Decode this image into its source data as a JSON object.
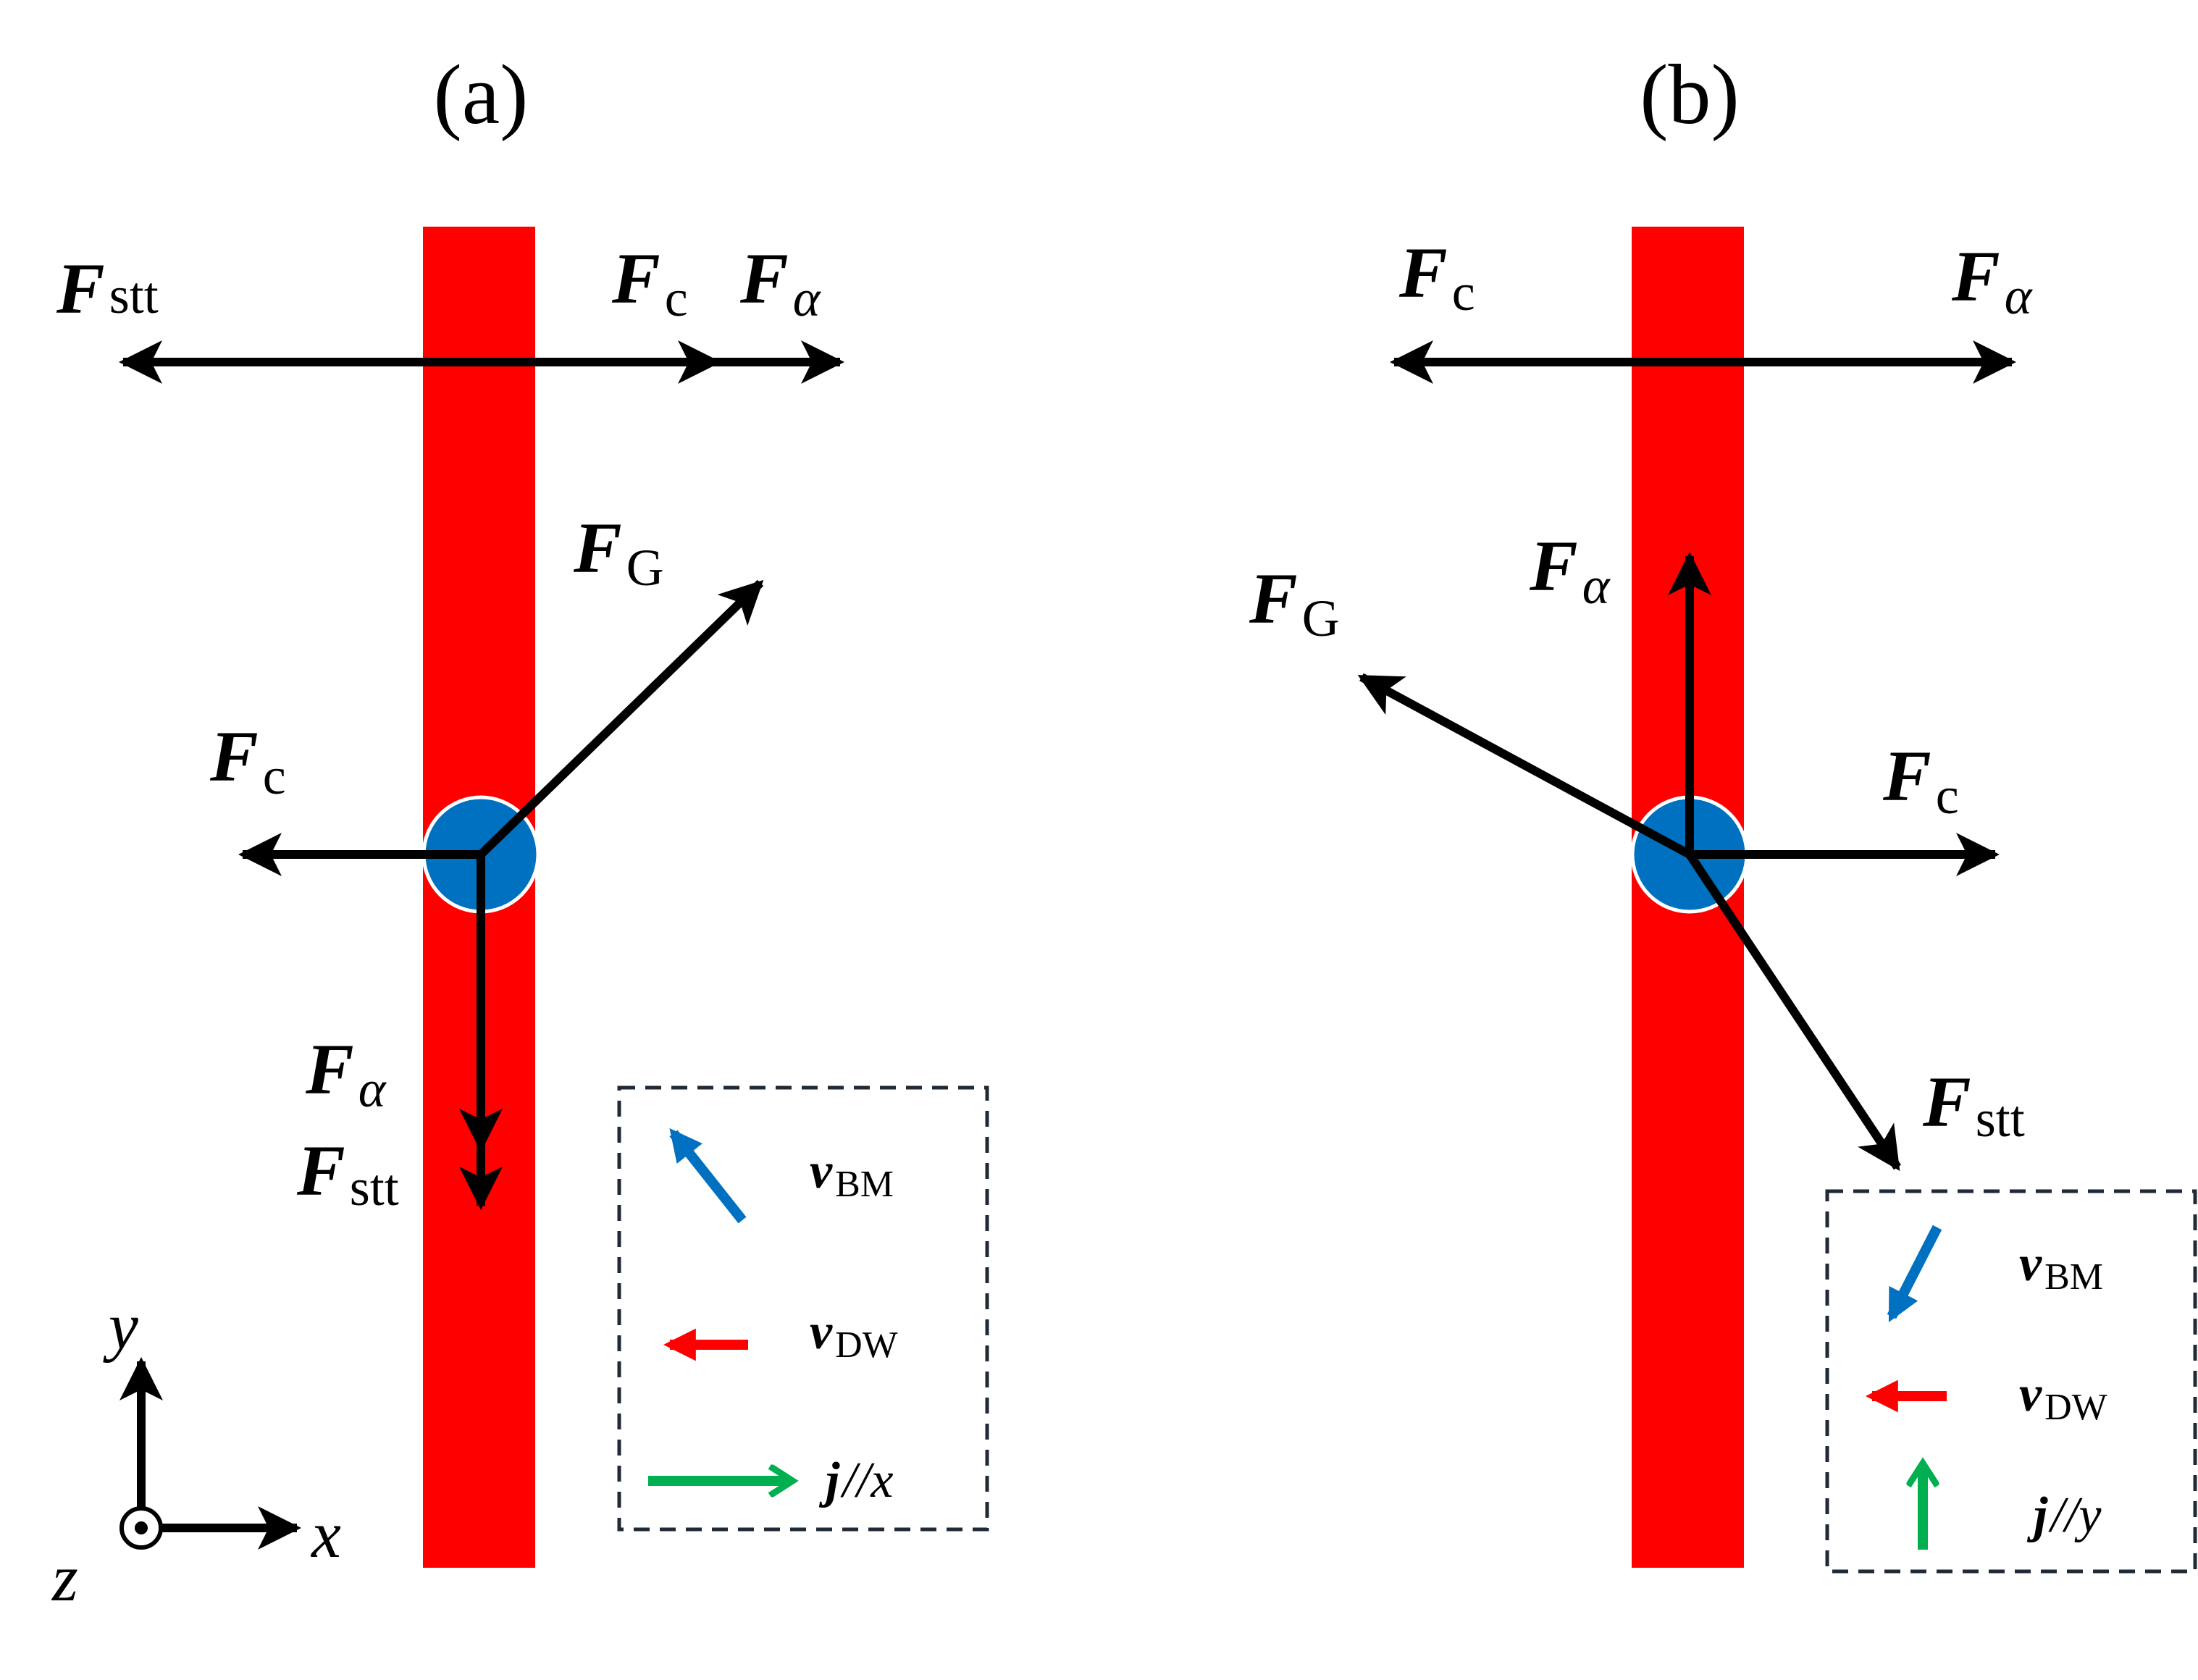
{
  "panels": {
    "a": {
      "label": "(a)",
      "forces": {
        "top_stt": {
          "main": "F",
          "sub": "stt"
        },
        "top_c": {
          "main": "F",
          "sub": "c"
        },
        "top_alpha": {
          "main": "F",
          "sub": "α"
        },
        "g": {
          "main": "F",
          "sub": "G"
        },
        "c": {
          "main": "F",
          "sub": "c"
        },
        "alpha": {
          "main": "F",
          "sub": "α"
        },
        "stt": {
          "main": "F",
          "sub": "stt"
        }
      },
      "legend": {
        "v_bm": {
          "main": "v",
          "sub": "BM"
        },
        "v_dw": {
          "main": "v",
          "sub": "DW"
        },
        "j": {
          "main": "j",
          "rest": "//x"
        }
      }
    },
    "b": {
      "label": "(b)",
      "forces": {
        "top_c": {
          "main": "F",
          "sub": "c"
        },
        "top_alpha": {
          "main": "F",
          "sub": "α"
        },
        "alpha": {
          "main": "F",
          "sub": "α"
        },
        "g": {
          "main": "F",
          "sub": "G"
        },
        "c": {
          "main": "F",
          "sub": "c"
        },
        "stt": {
          "main": "F",
          "sub": "stt"
        }
      },
      "legend": {
        "v_bm": {
          "main": "v",
          "sub": "BM"
        },
        "v_dw": {
          "main": "v",
          "sub": "DW"
        },
        "j": {
          "main": "j",
          "rest": "//y"
        }
      }
    }
  },
  "axes": {
    "x": "x",
    "y": "y",
    "z": "z"
  },
  "colors": {
    "domain_wall": "#ff0000",
    "skyrmion": "#0070c0",
    "force_arrow": "#000000",
    "v_bm_arrow": "#0070c0",
    "v_dw_arrow": "#ff0000",
    "j_arrow": "#00b050",
    "legend_border": "#1f2a36"
  }
}
